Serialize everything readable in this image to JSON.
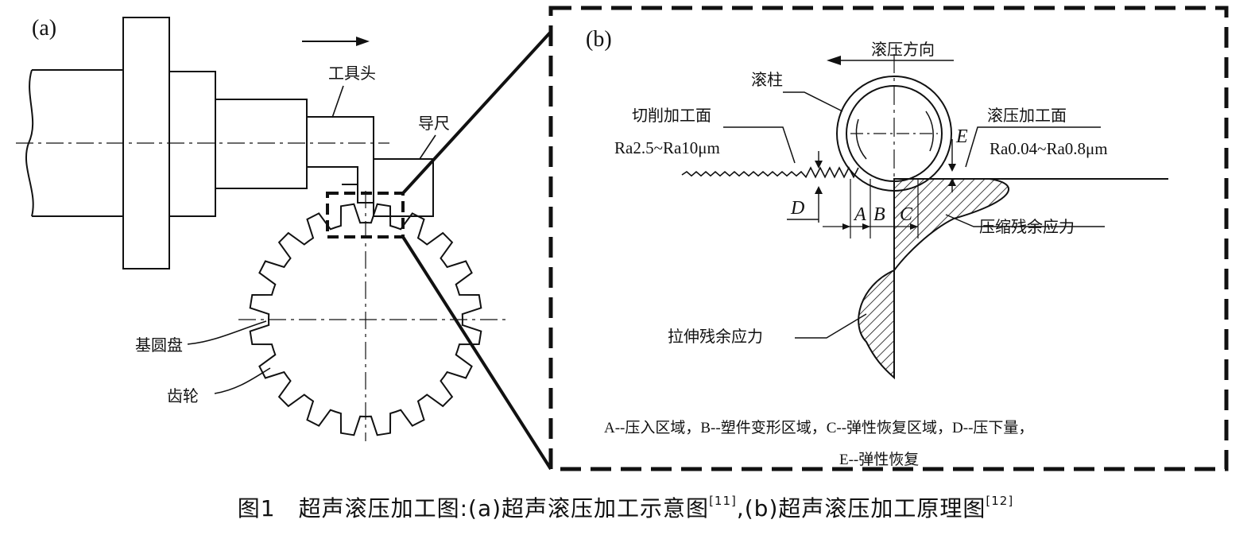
{
  "panel_a": {
    "tag": "(a)",
    "label_tool_head": "工具头",
    "label_guide": "导尺",
    "label_base_disc": "基圆盘",
    "label_gear": "齿轮"
  },
  "panel_b": {
    "tag": "(b)",
    "label_direction": "滚压方向",
    "label_roller": "滚柱",
    "label_cut_surface": "切削加工面",
    "label_cut_ra": "Ra2.5~Ra10μm",
    "label_roll_surface": "滚压加工面",
    "label_roll_ra": "Ra0.04~Ra0.8μm",
    "label_E": "E",
    "label_D": "D",
    "label_A": "A",
    "label_B": "B",
    "label_C": "C",
    "label_compressive": "压缩残余应力",
    "label_tensile": "拉伸残余应力",
    "legend_line1": "A--压入区域，B--塑件变形区域，C--弹性恢复区域，D--压下量，",
    "legend_line2": "E--弹性恢复"
  },
  "caption": {
    "main": "图1　超声滚压加工图:(a)超声滚压加工示意图",
    "ref1": "[11]",
    "mid": ",(b)超声滚压加工原理图",
    "ref2": "[12]"
  }
}
